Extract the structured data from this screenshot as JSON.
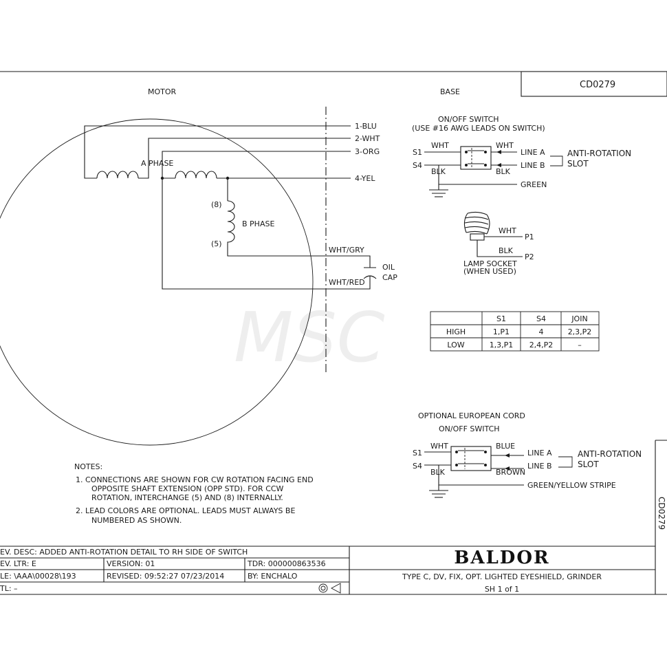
{
  "drawing_number": "CD0279",
  "drawing_number_side": "CD0279",
  "labels": {
    "motor": "MOTOR",
    "base": "BASE",
    "a_phase": "A PHASE",
    "b_phase": "B PHASE",
    "winding_8": "(8)",
    "winding_5": "(5)",
    "wht_gry": "WHT/GRY",
    "wht_red": "WHT/RED",
    "oil": "OIL",
    "cap": "CAP"
  },
  "leads": [
    "1-BLU",
    "2-WHT",
    "3-ORG",
    "4-YEL"
  ],
  "switch_main": {
    "title1": "ON/OFF SWITCH",
    "title2": "(USE #16 AWG LEADS ON SWITCH)",
    "s1": "S1",
    "s4": "S4",
    "top_left": "WHT",
    "top_right": "WHT",
    "bot_left": "BLK",
    "bot_right": "BLK",
    "line_a": "LINE A",
    "line_b": "LINE B",
    "ground": "GREEN",
    "anti1": "ANTI-ROTATION",
    "anti2": "SLOT"
  },
  "lamp": {
    "wht": "WHT",
    "blk": "BLK",
    "p1": "P1",
    "p2": "P2",
    "label1": "LAMP SOCKET",
    "label2": "(WHEN USED)"
  },
  "table": {
    "headers": [
      "",
      "S1",
      "S4",
      "JOIN"
    ],
    "rows": [
      [
        "HIGH",
        "1,P1",
        "4",
        "2,3,P2"
      ],
      [
        "LOW",
        "1,3,P1",
        "2,4,P2",
        "–"
      ]
    ]
  },
  "switch_euro": {
    "title1": "OPTIONAL EUROPEAN CORD",
    "title2": "ON/OFF SWITCH",
    "s1": "S1",
    "s4": "S4",
    "top_left": "WHT",
    "top_right": "BLUE",
    "bot_left": "BLK",
    "bot_right": "BROWN",
    "line_a": "LINE A",
    "line_b": "LINE B",
    "ground": "GREEN/YELLOW STRIPE",
    "anti1": "ANTI-ROTATION",
    "anti2": "SLOT"
  },
  "notes": {
    "heading": "NOTES:",
    "n1_l1": "1. CONNECTIONS ARE SHOWN FOR CW ROTATION FACING END",
    "n1_l2": "OPPOSITE SHAFT EXTENSION (OPP STD).  FOR CCW",
    "n1_l3": "ROTATION, INTERCHANGE (5) AND (8) INTERNALLY.",
    "n2_l1": "2. LEAD COLORS ARE OPTIONAL.  LEADS MUST ALWAYS BE",
    "n2_l2": "NUMBERED AS SHOWN."
  },
  "title_block": {
    "rev_desc": "EV. DESC:  ADDED ANTI-ROTATION DETAIL TO RH SIDE OF SWITCH",
    "rev_ltr": "EV. LTR:  E",
    "version": "VERSION: 01",
    "tdr": "TDR: 000000863536",
    "file": "LE: \\AAA\\00028\\193",
    "revised": "REVISED: 09:52:27 07/23/2014",
    "by": "BY: ENCHALO",
    "ttl": "TL: –",
    "brand": "BALDOR",
    "description": "TYPE C, DV, FIX, OPT. LIGHTED EYESHIELD, GRINDER",
    "sheet": "SH 1 of 1"
  }
}
